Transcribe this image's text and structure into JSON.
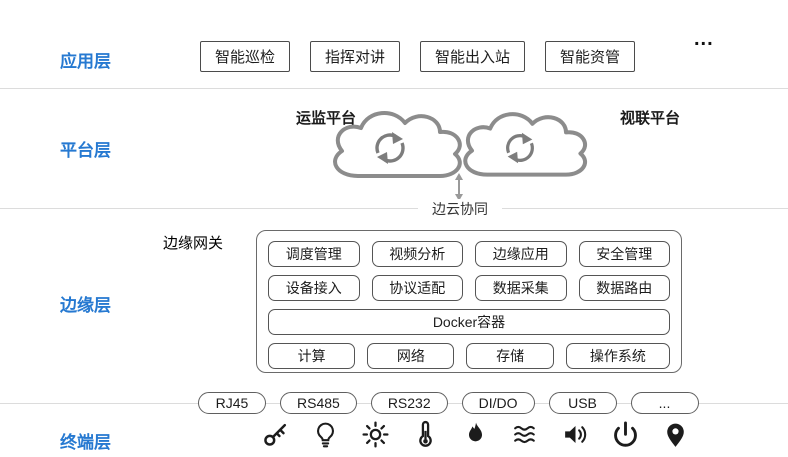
{
  "layers": {
    "app": {
      "label": "应用层",
      "boxes": [
        "智能巡检",
        "指挥对讲",
        "智能出入站",
        "智能资管"
      ],
      "more": "..."
    },
    "platform": {
      "label": "平台层",
      "left_platform": "运监平台",
      "right_platform": "视联平台"
    },
    "collaboration": {
      "label": "边云协同"
    },
    "edge": {
      "label": "边缘层",
      "gateway_label": "边缘网关",
      "service_row": [
        "调度管理",
        "视频分析",
        "边缘应用",
        "安全管理"
      ],
      "access_row": [
        "设备接入",
        "协议适配",
        "数据采集",
        "数据路由"
      ],
      "container_row": "Docker容器",
      "resource_row": [
        "计算",
        "网络",
        "存储",
        "操作系统"
      ]
    },
    "terminal": {
      "label": "终端层",
      "interfaces": [
        "RJ45",
        "RS485",
        "RS232",
        "DI/DO",
        "USB",
        "..."
      ],
      "device_icons": [
        "key-icon",
        "bulb-icon",
        "brightness-icon",
        "thermometer-icon",
        "flame-icon",
        "waves-icon",
        "speaker-icon",
        "power-icon",
        "location-icon"
      ]
    }
  },
  "colors": {
    "layer_label": "#2679d1",
    "box_border": "#4b4b4b",
    "divider": "#dcdcdc",
    "cloud_stroke": "#8c8c8c"
  }
}
